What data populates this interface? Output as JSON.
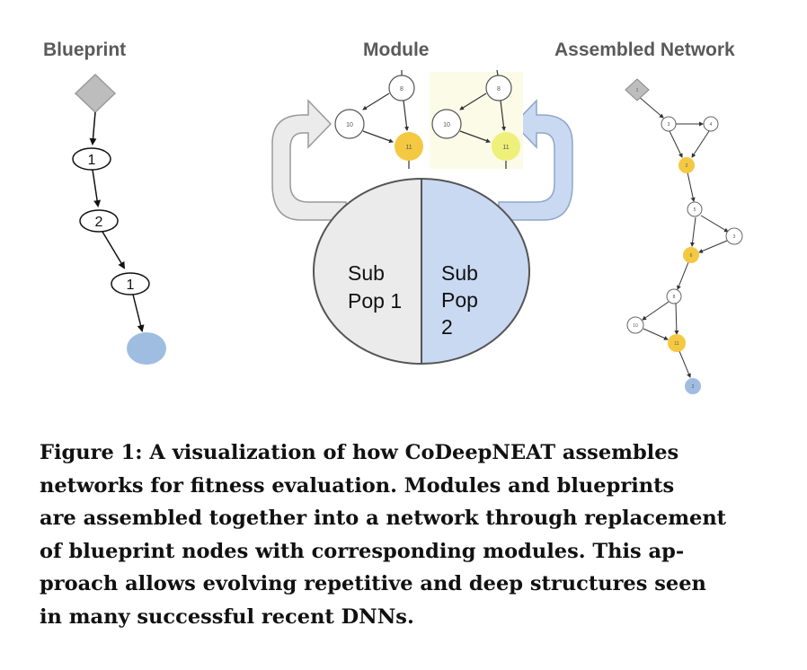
{
  "panels": {
    "blueprint": {
      "title": "Blueprint",
      "nodes": [
        "1",
        "2",
        "1"
      ]
    },
    "module": {
      "title": "Module",
      "node_labels_a": [
        "8",
        "10",
        "11"
      ],
      "node_labels_b": [
        "8",
        "10",
        "11"
      ],
      "subpop1": [
        "Sub",
        "Pop 1"
      ],
      "subpop2": [
        "Sub",
        "Pop",
        "2"
      ]
    },
    "assembled": {
      "title": "Assembled Network",
      "node_labels": [
        "1",
        "3",
        "4",
        "2",
        "5",
        "3",
        "6",
        "8",
        "10",
        "11",
        "2"
      ]
    }
  },
  "caption": {
    "lines": [
      "Figure 1:  A visualization of how CoDeepNEAT assembles",
      "networks for fitness evaluation.  Modules and blueprints",
      "are assembled together into a network through replacement",
      "of blueprint nodes with corresponding modules.  This ap-",
      "proach allows evolving repetitive and deep structures seen",
      "in many successful recent DNNs."
    ]
  },
  "colors": {
    "gold": "#f5c842",
    "pale_yellow": "#eef07a",
    "light_blue": "#9fbde0",
    "subpop2_fill": "#c9d9f2",
    "subpop1_fill": "#ebebeb",
    "diamond": "#bdbdbd"
  }
}
